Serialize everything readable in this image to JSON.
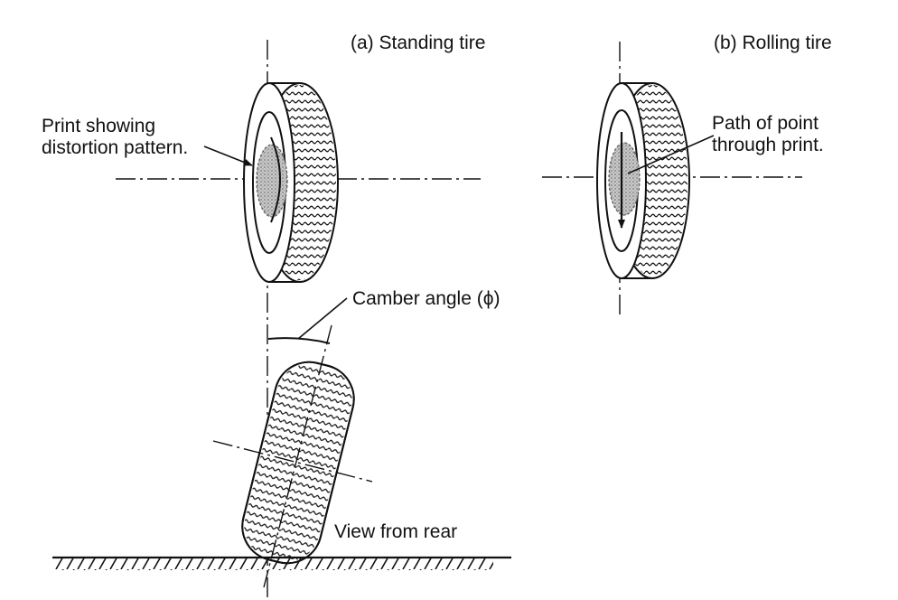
{
  "labels": {
    "standing_tire": "(a) Standing tire",
    "rolling_tire": "(b) Rolling tire",
    "print_line1": "Print showing",
    "print_line2": "distortion pattern.",
    "path_line1": "Path of point",
    "path_line2": "through print.",
    "camber_angle": "Camber angle (ϕ)",
    "view_from_rear": "View from rear"
  },
  "colors": {
    "ink": "#111111",
    "print_fill": "#b9b9b9",
    "paper": "#ffffff"
  }
}
